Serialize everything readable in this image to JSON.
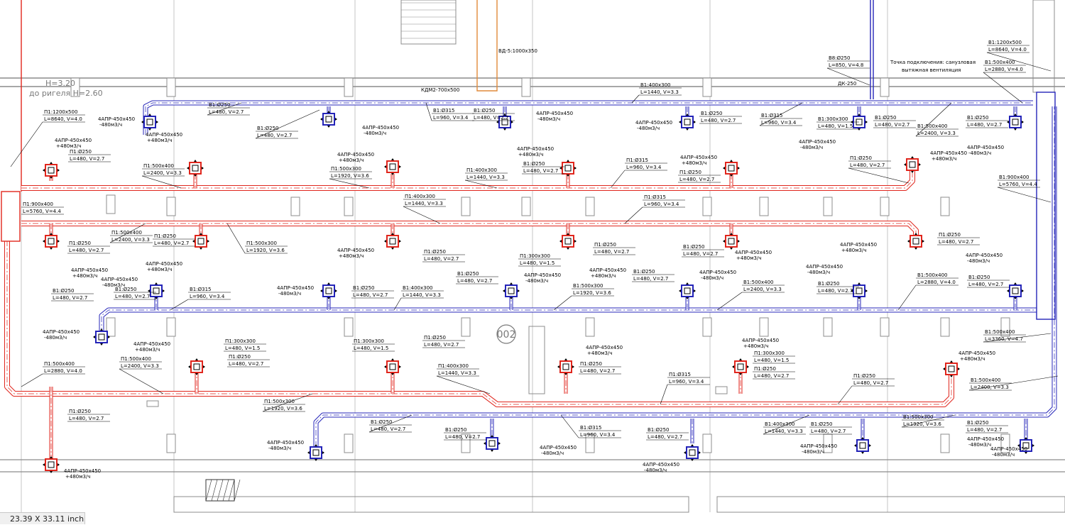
{
  "heights": {
    "ceiling": "H=3.20",
    "beam": "до ригеля H=2.60"
  },
  "room_tag": "002",
  "status": {
    "paper_size": "23.39 X 33.11 inch"
  },
  "colors": {
    "supply": "#e0261d",
    "exhaust": "#2424b8",
    "orange": "#e08a3a",
    "wall": "#8c8c8c",
    "grid": "#c4c4c4"
  },
  "notes": {
    "vd5": "ВД-5:1000х350",
    "kdm2": "КДМ2-700х500",
    "dk250": "ДК-250",
    "connect_point_1": "Точка подключения: санузловая",
    "connect_point_2": "вытяжная вентиляция"
  },
  "labels": [
    {
      "t": "П1:1200х500",
      "v": "L=8640, V=4.0"
    },
    {
      "t": "П1:900х400",
      "v": "L=5760, V=4.4"
    },
    {
      "t": "П1:500х400",
      "v": "L=2400, V=3.3"
    },
    {
      "t": "П1:500х300",
      "v": "L=1920, V=3.6"
    },
    {
      "t": "П1:400х300",
      "v": "L=1440, V=3.3"
    },
    {
      "t": "П1:Ø315",
      "v": "L=960, V=3.4"
    },
    {
      "t": "П1:Ø250",
      "v": "L=480, V=2.7"
    },
    {
      "t": "В1:Ø250",
      "v": "L=480, V=2.7"
    },
    {
      "t": "В1:Ø315",
      "v": "L=960, V=3.4"
    },
    {
      "t": "В1:400х300",
      "v": "L=1440, V=3.3"
    },
    {
      "t": "В1:500х300",
      "v": "L=1920, V=3.6"
    },
    {
      "t": "П1:300х300",
      "v": "L=480, V=1.5"
    },
    {
      "t": "В1:300х300",
      "v": "L=480, V=1.5"
    },
    {
      "t": "В1:500х400",
      "v": "L=2400, V=3.3"
    },
    {
      "t": "В1:500х400",
      "v": "L=2880, V=4.0"
    },
    {
      "t": "В1:1200х500",
      "v": "L=8640, V=4.0"
    },
    {
      "t": "В1:900х400",
      "v": "L=5760, V=4.4"
    },
    {
      "t": "В1:500х400",
      "v": "L=3360, V=4.7"
    },
    {
      "t": "В8:Ø250",
      "v": "L=850, V=4.8"
    },
    {
      "t": "П1:500х400",
      "v": "L=2880, V=4.0"
    }
  ],
  "diffuser": {
    "name": "4АПР-450х450",
    "flow_supply": "+480м3/ч",
    "flow_exhaust": "-480м3/ч"
  }
}
